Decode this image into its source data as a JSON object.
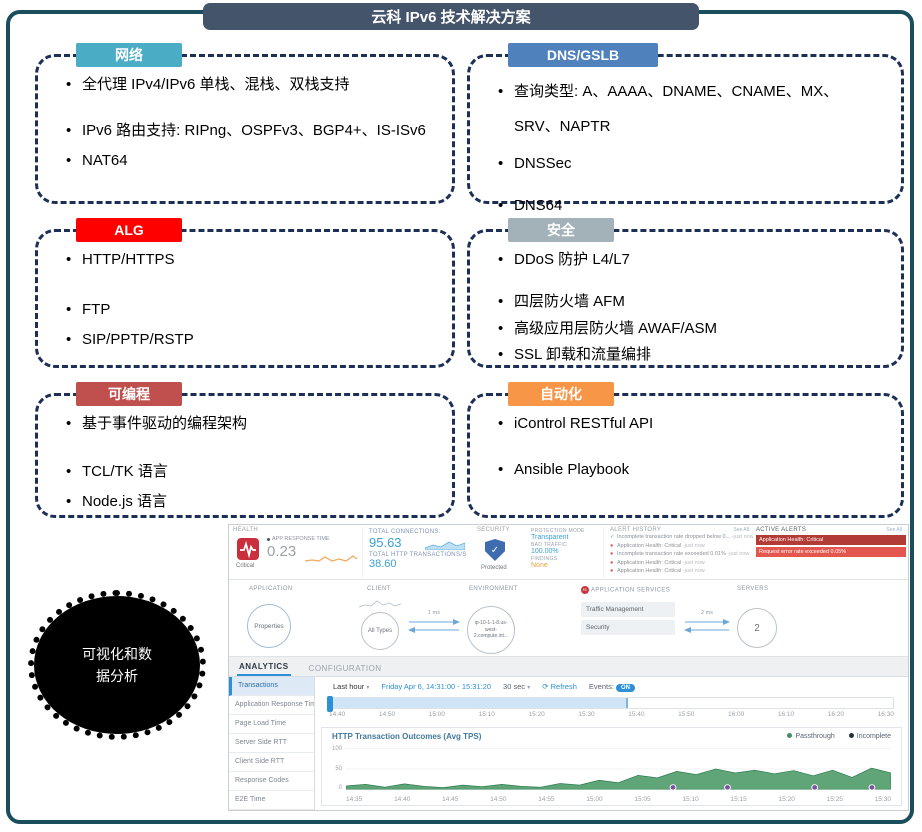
{
  "slide": {
    "title": "云科 IPv6 技术解决方案"
  },
  "boxes": [
    {
      "id": "network",
      "title": "网络",
      "color": "#4bacc6",
      "items": [
        "全代理 IPv4/IPv6 单栈、混栈、双栈支持",
        "IPv6 路由支持: RIPng、OSPFv3、BGP4+、IS-ISv6",
        "NAT64"
      ]
    },
    {
      "id": "dns-gslb",
      "title": "DNS/GSLB",
      "color": "#4f81bd",
      "items": [
        "查询类型: A、AAAA、DNAME、CNAME、MX、SRV、NAPTR",
        "DNSSec",
        "DNS64"
      ]
    },
    {
      "id": "alg",
      "title": "ALG",
      "color": "#fe0000",
      "items": [
        "HTTP/HTTPS",
        "FTP",
        "SIP/PPTP/RSTP"
      ]
    },
    {
      "id": "security",
      "title": "安全",
      "color": "#a3b2b8",
      "items": [
        "DDoS 防护 L4/L7",
        "四层防火墙 AFM",
        "高级应用层防火墙 AWAF/ASM",
        "SSL 卸载和流量编排"
      ]
    },
    {
      "id": "programmable",
      "title": "可编程",
      "color": "#c0504d",
      "items": [
        "基于事件驱动的编程架构",
        "TCL/TK 语言",
        "Node.js 语言"
      ]
    },
    {
      "id": "automation",
      "title": "自动化",
      "color": "#f79646",
      "items": [
        "iControl RESTful API",
        "Ansible Playbook"
      ]
    }
  ],
  "visualization_label": "可视化和数据分析",
  "dashboard": {
    "health": {
      "label": "HEALTH",
      "status": "Critical",
      "metric": "APP RESPONSE TIME",
      "value": "0.23"
    },
    "connections": {
      "label": "TOTAL CONNECTIONS:",
      "value": "95.63",
      "http_label": "TOTAL HTTP TRANSACTIONS/S",
      "http_value": "38.60"
    },
    "security": {
      "label": "SECURITY",
      "status": "Protected",
      "mode_label": "PROTECTION MODE",
      "mode": "Transparent",
      "bad_label": "BAD TRAFFIC",
      "bad": "100.00%",
      "findings_label": "FINDINGS",
      "findings": "None"
    },
    "alert_history": {
      "label": "ALERT HISTORY",
      "see_all": "See All",
      "items": [
        {
          "type": "ok",
          "text": "Incomplete transaction rate dropped below 0...",
          "time": "just now"
        },
        {
          "type": "critical",
          "text": "Application Health: Critical",
          "time": "just now"
        },
        {
          "type": "critical",
          "text": "Incomplete transaction rate exceeded 0.01%",
          "time": "just now"
        },
        {
          "type": "critical",
          "text": "Application Health: Critical",
          "time": "just now"
        },
        {
          "type": "critical",
          "text": "Application Health: Critical",
          "time": "just now"
        }
      ]
    },
    "active_alerts": {
      "label": "ACTIVE ALERTS",
      "see_all": "See All",
      "items": [
        "Application Health: Critical",
        "Request error rate exceeded 0.05%"
      ]
    },
    "topology": {
      "application_label": "APPLICATION",
      "application_node": "Properties",
      "client_label": "CLIENT",
      "client_node": "All Types",
      "latency_left": "1 ms",
      "latency_right": "2 ms",
      "environment_label": "ENVIRONMENT",
      "environment_node": "ip-10-1-1-8.us-west-2.compute.int...",
      "services_label": "APPLICATION SERVICES",
      "services": [
        "Traffic Management",
        "Security"
      ],
      "servers_label": "SERVERS",
      "servers_node": "2"
    },
    "tabs": [
      {
        "label": "ANALYTICS",
        "active": true
      },
      {
        "label": "CONFIGURATION",
        "active": false
      }
    ],
    "sidebar": [
      "Transactions",
      "Application Response Time",
      "Page Load Time",
      "Server Side RTT",
      "Client Side RTT",
      "Response Codes",
      "E2E Time"
    ],
    "toolbar": {
      "range": "Last hour",
      "date_range": "Friday Apr 6, 14:31:00 - 15:31:20",
      "interval": "30 sec",
      "refresh": "Refresh",
      "events_label": "Events:",
      "events_state": "ON"
    },
    "timeline_ticks": [
      "14:40",
      "14:50",
      "15:00",
      "15:10",
      "15:20",
      "15:30",
      "15:40",
      "15:50",
      "16:00",
      "16:10",
      "16:20",
      "16:30"
    ]
  },
  "chart_data": {
    "type": "area",
    "title": "HTTP Transaction Outcomes (Avg TPS)",
    "legend": [
      {
        "name": "Passthrough",
        "color": "#3f8f5f"
      },
      {
        "name": "Incomplete",
        "color": "#22313f"
      }
    ],
    "x_ticks": [
      "14:35",
      "14:40",
      "14:45",
      "14:50",
      "14:55",
      "15:00",
      "15:05",
      "15:10",
      "15:15",
      "15:20",
      "15:25",
      "15:30"
    ],
    "y_ticks": [
      "100",
      "50",
      "0"
    ],
    "ylim": [
      0,
      100
    ],
    "series": [
      {
        "name": "Passthrough",
        "values": [
          8,
          12,
          5,
          13,
          7,
          4,
          10,
          6,
          12,
          7,
          5,
          14,
          10,
          22,
          16,
          34,
          28,
          44,
          36,
          50,
          40,
          47,
          38,
          46,
          33,
          47,
          29,
          52,
          40
        ]
      }
    ],
    "event_markers": [
      0.6,
      0.7,
      0.86,
      0.965
    ],
    "fill_color": "#4f9b68",
    "marker_color": "#7d4f9e"
  }
}
